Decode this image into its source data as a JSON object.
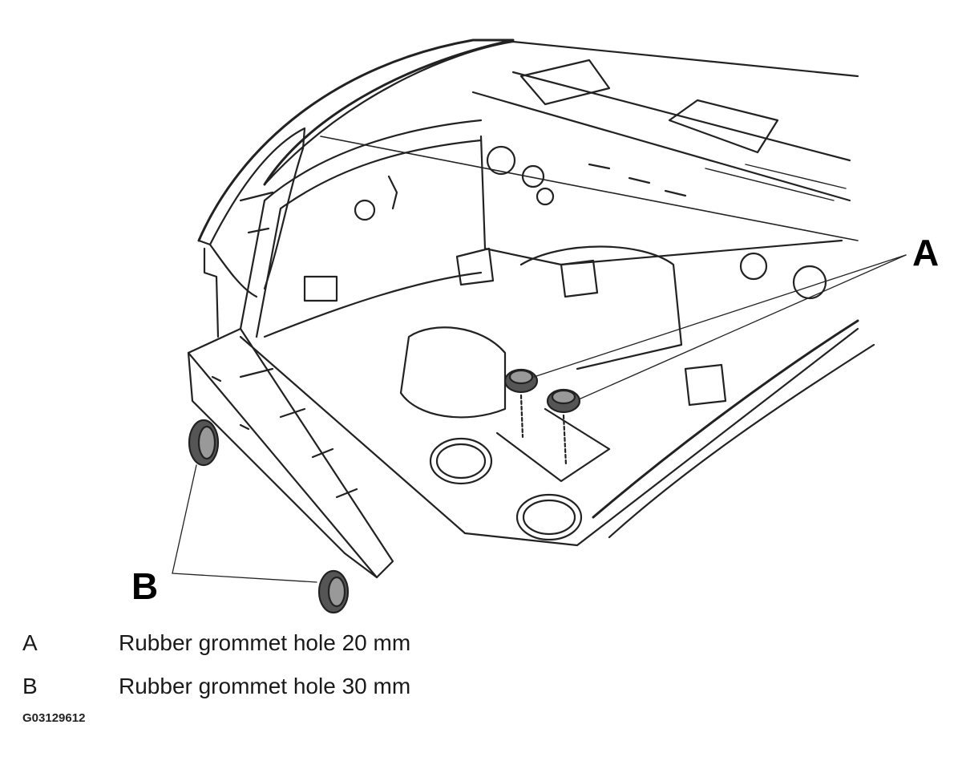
{
  "diagram": {
    "callouts": [
      "A",
      "B"
    ],
    "legend": [
      {
        "key": "A",
        "text": "Rubber grommet hole 20 mm"
      },
      {
        "key": "B",
        "text": "Rubber grommet hole 30 mm"
      }
    ],
    "figure_id": "G03129612"
  }
}
